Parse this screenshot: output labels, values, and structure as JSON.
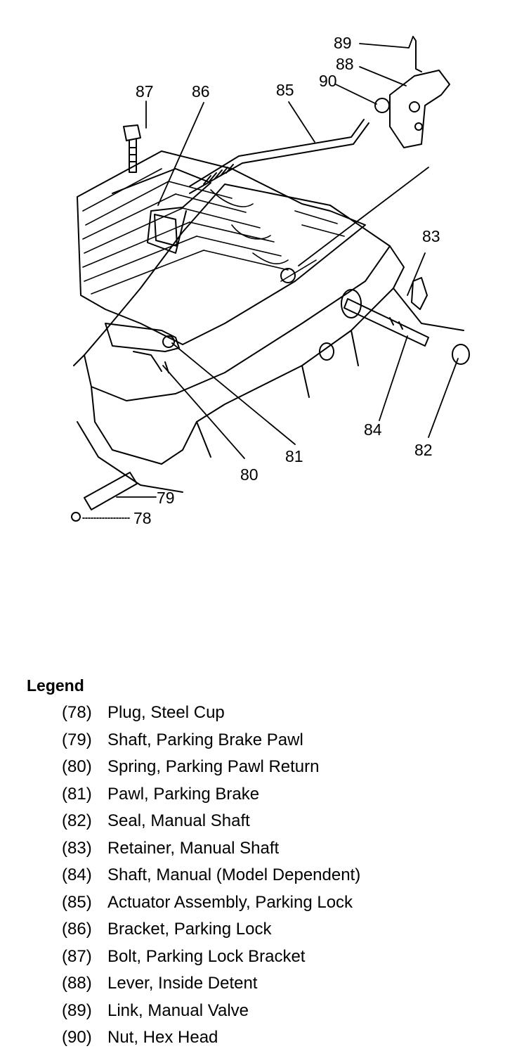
{
  "callouts": [
    "89",
    "88",
    "90",
    "87",
    "86",
    "85",
    "83",
    "84",
    "82",
    "81",
    "80",
    "79",
    "78"
  ],
  "legend": {
    "title": "Legend",
    "items": [
      {
        "num": "(78)",
        "text": "Plug, Steel Cup"
      },
      {
        "num": "(79)",
        "text": "Shaft, Parking Brake Pawl"
      },
      {
        "num": "(80)",
        "text": "Spring, Parking Pawl Return"
      },
      {
        "num": "(81)",
        "text": "Pawl, Parking Brake"
      },
      {
        "num": "(82)",
        "text": "Seal, Manual Shaft"
      },
      {
        "num": "(83)",
        "text": "Retainer, Manual Shaft"
      },
      {
        "num": "(84)",
        "text": "Shaft, Manual (Model Dependent)"
      },
      {
        "num": "(85)",
        "text": "Actuator Assembly, Parking Lock"
      },
      {
        "num": "(86)",
        "text": "Bracket, Parking Lock"
      },
      {
        "num": "(87)",
        "text": "Bolt, Parking Lock Bracket"
      },
      {
        "num": "(88)",
        "text": "Lever, Inside Detent"
      },
      {
        "num": "(89)",
        "text": "Link, Manual Valve"
      },
      {
        "num": "(90)",
        "text": "Nut, Hex Head"
      }
    ]
  }
}
